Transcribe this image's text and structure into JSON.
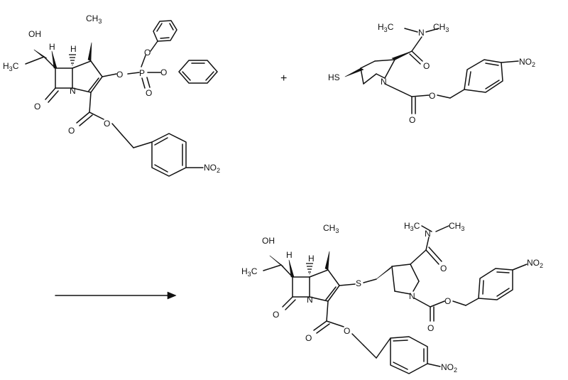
{
  "reactant_1": {
    "oh": "OH",
    "h3c": "H",
    "h3c_sub": "3",
    "h3c_tail": "C",
    "h_left": "H",
    "h_right": "H",
    "ch3": "CH",
    "ch3_sub": "3",
    "n": "N",
    "o_ketone": "O",
    "o_ester_carbonyl": "O",
    "o_ester": "O",
    "o_phosphate": "O",
    "p": "P",
    "o_p_double": "O",
    "o_ph1": "O",
    "o_ph2": "O",
    "no2": "NO",
    "no2_sub": "2"
  },
  "plus": "+",
  "reactant_2": {
    "h3c": "H",
    "h3c_sub": "3",
    "h3c_tail": "C",
    "n_amide": "N",
    "ch3": "CH",
    "ch3_sub": "3",
    "o_amide": "O",
    "hs": "HS",
    "n_ring": "N",
    "o_carbamate_carbonyl": "O",
    "o_carbamate": "O",
    "no2": "NO",
    "no2_sub": "2"
  },
  "product": {
    "oh": "OH",
    "h3c": "H",
    "h3c_sub": "3",
    "h3c_tail": "C",
    "h_left": "H",
    "h_right": "H",
    "ch3": "CH",
    "ch3_sub": "3",
    "n": "N",
    "o_ketone": "O",
    "s": "S",
    "o_ester_carbonyl": "O",
    "o_ester": "O",
    "no2_bottom": "NO",
    "no2_bottom_sub": "2",
    "h3c_amide": "H",
    "h3c_amide_sub": "3",
    "h3c_amide_tail": "C",
    "n_amide": "N",
    "ch3_amide": "CH",
    "ch3_amide_sub": "3",
    "o_amide": "O",
    "n_ring": "N",
    "o_carbamate_carbonyl": "O",
    "o_carbamate": "O",
    "no2_right": "NO",
    "no2_right_sub": "2"
  }
}
